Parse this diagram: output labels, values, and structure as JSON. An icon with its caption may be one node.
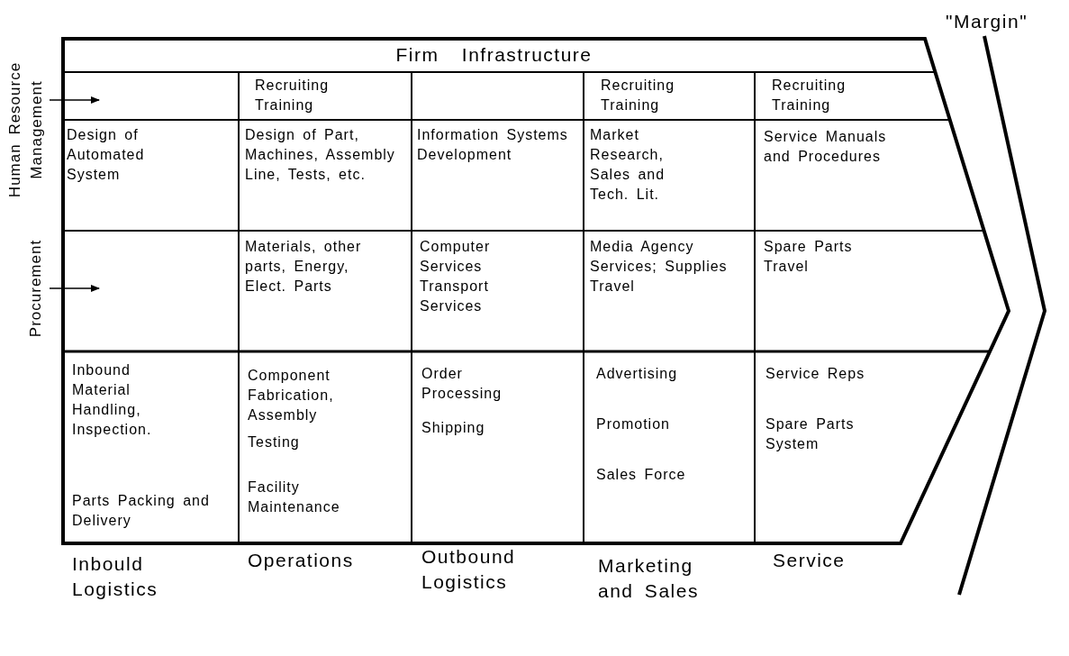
{
  "diagram": {
    "labels": [
      "\"Margin\"",
      "Human Resource Management",
      "Procurement",
      "Firm Infrastructure",
      "Recruiting Training",
      "Recruiting Training",
      "Recruiting Training",
      "Design of Automated System",
      "Design of Part, Machines, Assembly Line, Tests, etc.",
      "Information Systems Development",
      "Market Research, Sales and Tech. Lit.",
      "Service Manuals and Procedures",
      "Materials, other parts, Energy, Elect. Parts",
      "Computer Services Transport Services",
      "Media Agency Services; Supplies Travel",
      "Spare Parts Travel",
      "Inbound Material Handling, Inspection.",
      "Parts Packing and Delivery",
      "Component Fabrication, Assembly",
      "Testing",
      "Facility Maintenance",
      "Order Processing",
      "Shipping",
      "Advertising",
      "Promotion",
      "Sales Force",
      "Service Reps",
      "Spare Parts System",
      "Inbould Logistics",
      "Operations",
      "Outbound Logistics",
      "Marketing and Sales",
      "Service"
    ]
  }
}
